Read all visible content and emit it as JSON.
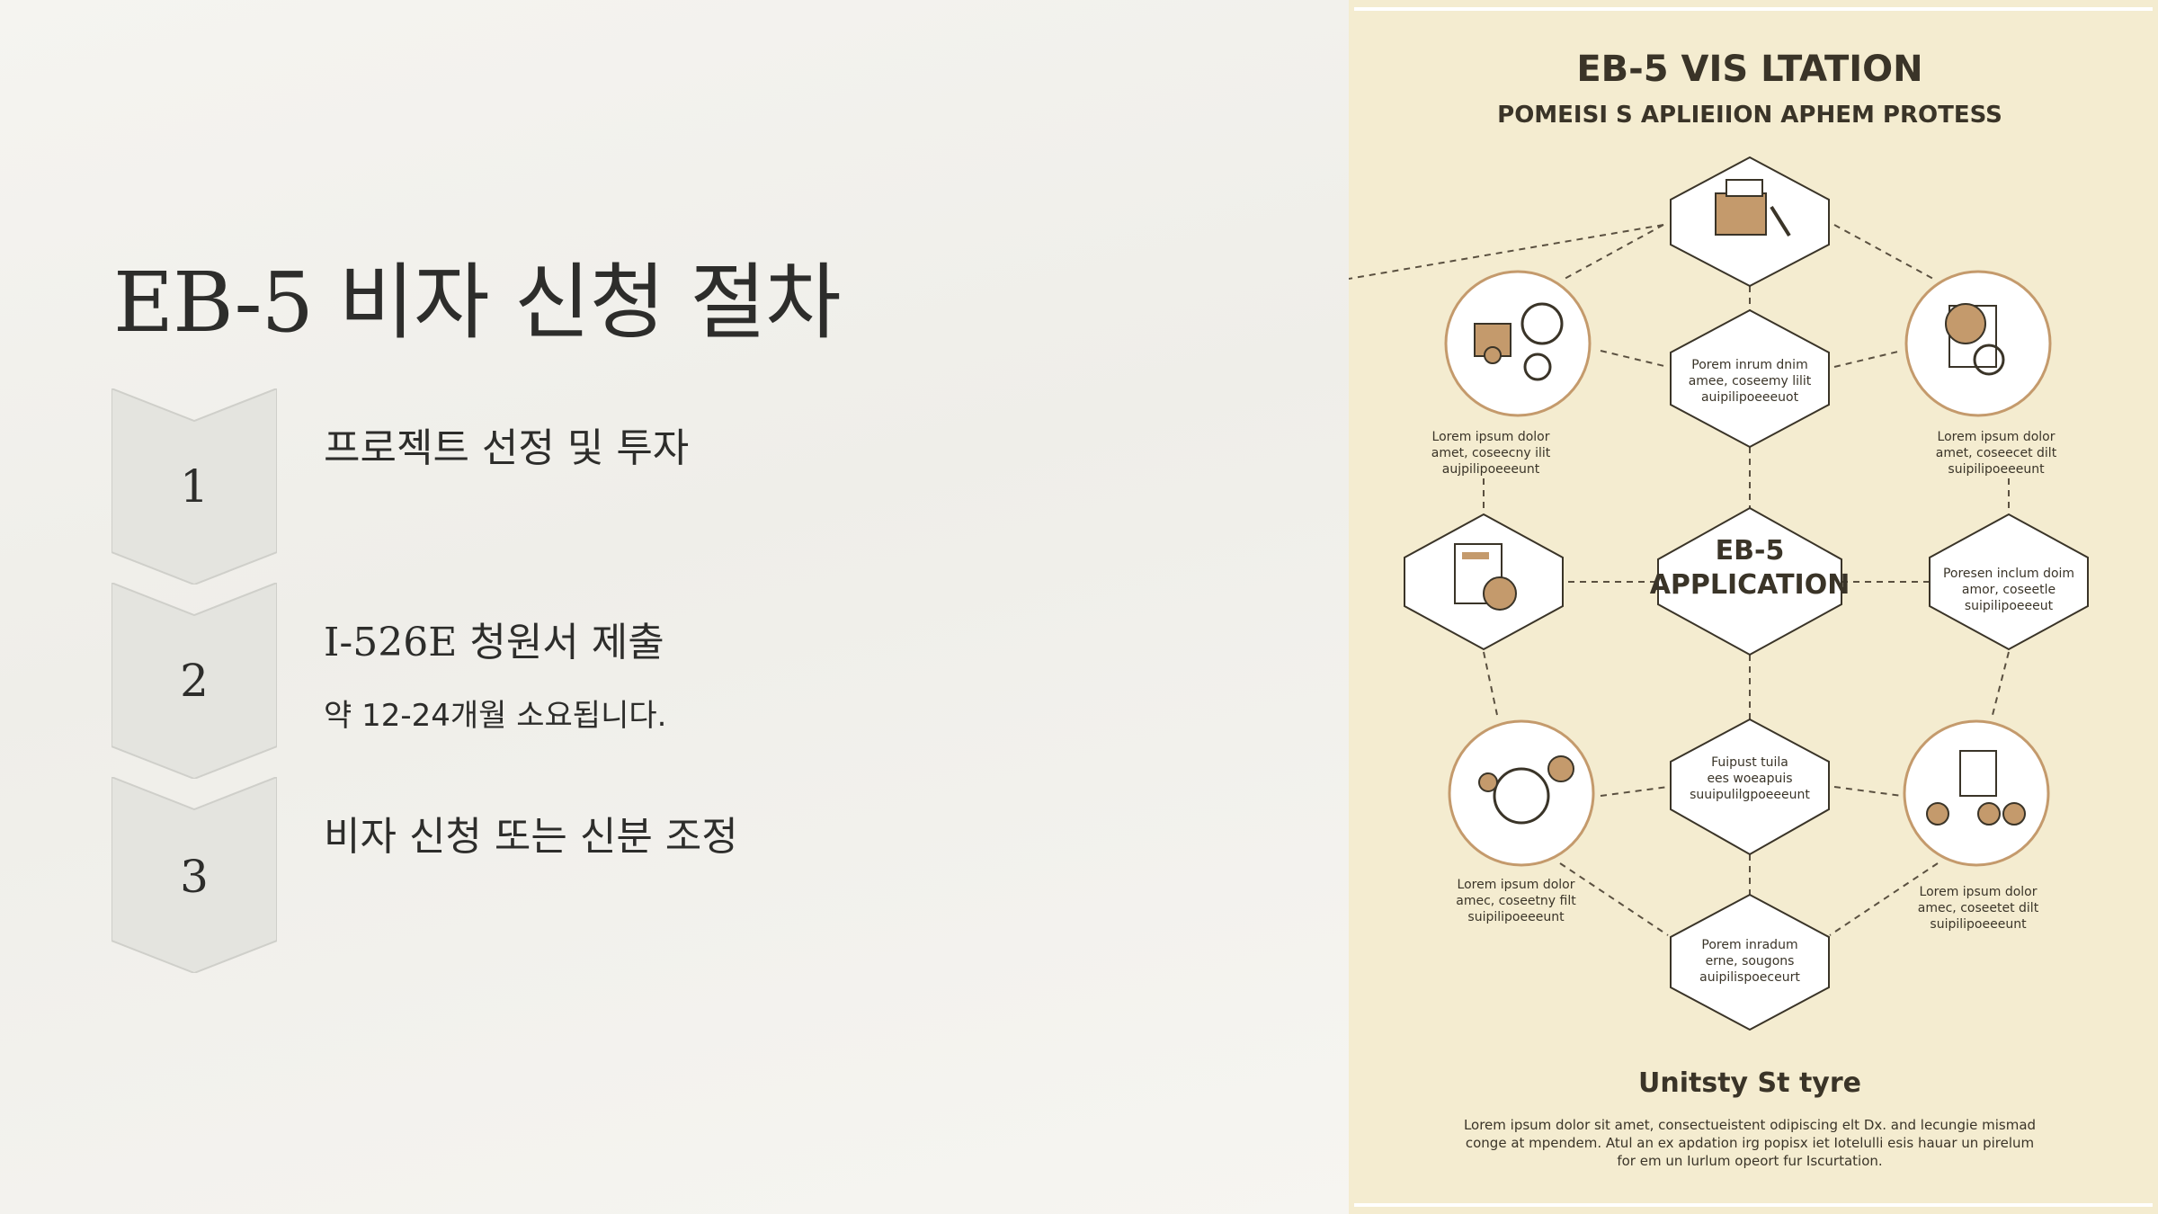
{
  "slide": {
    "title": "EB-5 비자 신청 절차",
    "steps": [
      {
        "number": "1",
        "title": "프로젝트 선정 및 투자",
        "description": ""
      },
      {
        "number": "2",
        "title": "I-526E 청원서 제출",
        "description": "약 12-24개월 소요됩니다."
      },
      {
        "number": "3",
        "title": "비자 신청 또는 신분 조정",
        "description": ""
      }
    ]
  },
  "infographic": {
    "title": "EB-5 VIS LTATION",
    "subtitle": "POMEISI S APLIEIION APHEM PROTESS",
    "center_label_line1": "EB-5",
    "center_label_line2": "APPLICATION",
    "hex_top_mid": [
      "Porem inrum dnim",
      "amee, coseemy lilit",
      "auipilipoeeeuot"
    ],
    "hex_right": [
      "Poresen inclum doim",
      "amor, coseetle",
      "suipilipoeeeut"
    ],
    "hex_low_mid": [
      "Fuipust tuila",
      "ees woeapuis",
      "suuipulilgpoeeeunt"
    ],
    "hex_bottom": [
      "Porem inradum",
      "erne, sougons",
      "auipilispoeceurt"
    ],
    "caption_upper_left": [
      "Lorem ipsum dolor",
      "amet, coseecny ilit",
      "aujpilipoeeeunt"
    ],
    "caption_upper_right": [
      "Lorem ipsum dolor",
      "amet, coseecet dilt",
      "suipilipoeeeunt"
    ],
    "caption_lower_left": [
      "Lorem ipsum dolor",
      "amec, coseetny filt",
      "suipilipoeeeunt"
    ],
    "caption_lower_right": [
      "Lorem ipsum dolor",
      "amec, coseetet dilt",
      "suipilipoeeeunt"
    ],
    "footer_title": "Unitsty St tyre",
    "footer_lines": [
      "Lorem ipsum dolor sit amet, consectueistent odipiscing elt Dx. and lecungie mismad",
      "conge at mpendem.  Atul an ex apdation  irg popisx iet  Iotelulli esis hauar un pirelum",
      "for em un Iurlum  opeort fur Iscurtation."
    ],
    "accent_color": "#c49a6c",
    "background_color": "#f4ecd0"
  }
}
